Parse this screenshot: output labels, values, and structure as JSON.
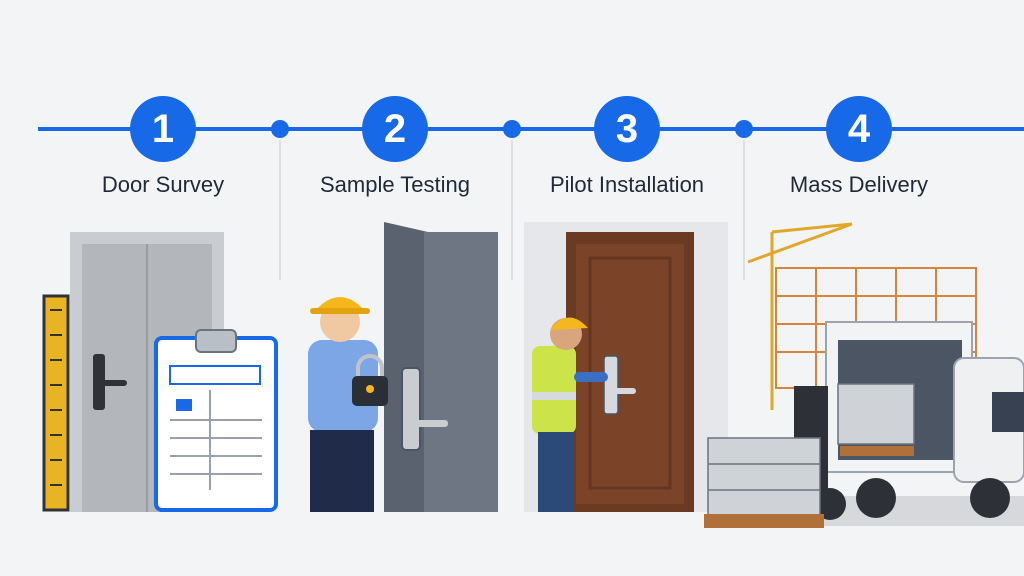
{
  "steps": [
    {
      "number": "1",
      "label": "Door Survey"
    },
    {
      "number": "2",
      "label": "Sample Testing"
    },
    {
      "number": "3",
      "label": "Pilot Installation"
    },
    {
      "number": "4",
      "label": "Mass Delivery"
    }
  ],
  "colors": {
    "accent": "#1769e8",
    "background": "#f3f4f6"
  }
}
